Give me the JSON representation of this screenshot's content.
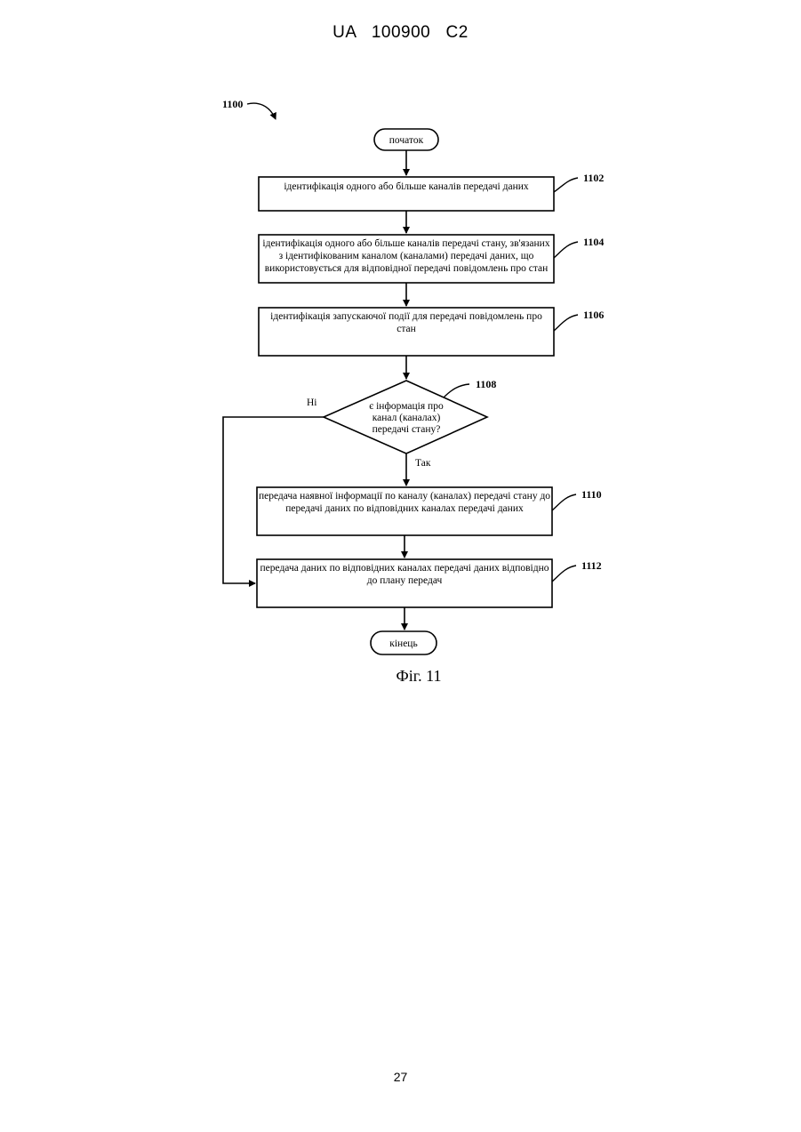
{
  "header": {
    "patent_number": "UA   100900   C2"
  },
  "figure": {
    "ref_main": "1100",
    "start": "початок",
    "end": "кінець",
    "steps": [
      {
        "ref": "1102",
        "lines": [
          "ідентифікація одного або більше каналів передачі даних"
        ]
      },
      {
        "ref": "1104",
        "lines": [
          "ідентифікація одного або більше каналів передачі стану, зв'язаних",
          "з ідентифікованим каналом (каналами) передачі даних, що",
          "використовується для відповідної передачі повідомлень про стан"
        ]
      },
      {
        "ref": "1106",
        "lines": [
          "ідентифікація запускаючої події для передачі повідомлень про",
          "стан"
        ]
      },
      {
        "ref": "1110",
        "lines": [
          "передача наявної інформації по каналу (каналах) передачі стану до",
          "передачі даних по відповідних каналах передачі даних"
        ]
      },
      {
        "ref": "1112",
        "lines": [
          "передача даних по відповідних каналах передачі даних відповідно",
          "до плану передач"
        ]
      }
    ],
    "decision": {
      "ref": "1108",
      "lines": [
        "є інформація про",
        "канал (каналах)",
        "передачі стану?"
      ],
      "no_label": "Ні",
      "yes_label": "Так"
    },
    "caption": "Фіг. 11"
  },
  "footer": {
    "page_number": "27"
  }
}
